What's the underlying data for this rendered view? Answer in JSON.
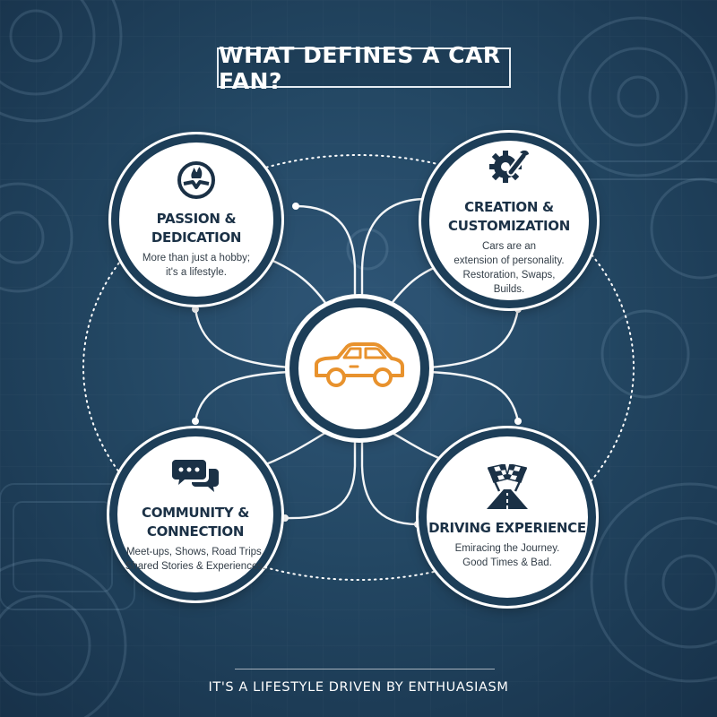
{
  "header": {
    "title": "WHAT DEFINES A CAR FAN?"
  },
  "nodes": {
    "passion": {
      "title": "PASSION & DEDICATION",
      "lines": [
        "More than just a hobby;",
        "it's a lifestyle."
      ],
      "icon": "steering-wheel-flame-icon"
    },
    "creation": {
      "title": "CREATION & CUSTOMIZATION",
      "lines": [
        "Cars are an",
        "extension of personality.",
        "Restoration, Swaps,",
        "Builds."
      ],
      "icon": "gear-wrench-icon"
    },
    "community": {
      "title_lines": [
        "COMMUNITY &",
        "CONNECTION"
      ],
      "lines": [
        "Meet-ups, Shows, Road Trips.",
        "Shared Stories & Experiences."
      ],
      "icon": "chat-bubbles-icon"
    },
    "driving": {
      "title": "DRIVING EXPERIENCE",
      "lines": [
        "Emiracing the Journey.",
        "Good Times & Bad."
      ],
      "icon": "checkered-flags-road-icon"
    },
    "center": {
      "icon": "car-icon"
    }
  },
  "footer": {
    "tagline": "IT'S A LIFESTYLE DRIVEN BY ENTHUASIASM"
  },
  "colors": {
    "background": "#234763",
    "node_fill": "#ffffff",
    "node_ring": "#1d3e58",
    "accent_orange": "#e8922d",
    "text_dark": "#1b3146"
  }
}
